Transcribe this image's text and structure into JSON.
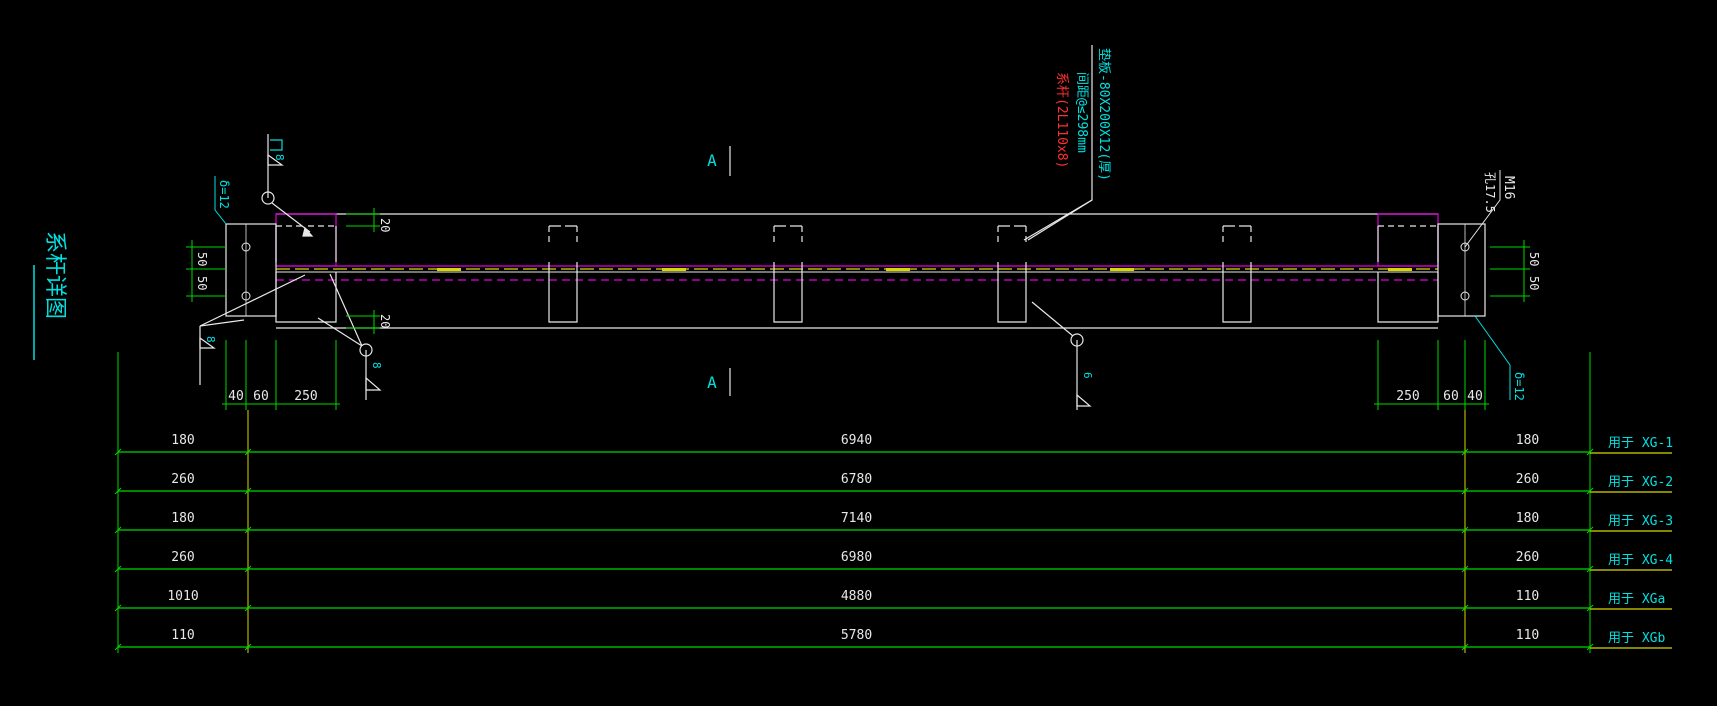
{
  "colors": {
    "background": "#000000",
    "outline": "#e8e8e8",
    "dimension": "#00d800",
    "text": "#e8e8e8",
    "annotation": "#00e0e0",
    "note_red": "#ff3030",
    "member": "#e000e0",
    "yellow_line": "#d8d800"
  },
  "drawing": {
    "title": "系杆详图",
    "section_mark": "A",
    "callout_main": "垫板-80X200X12(厚)",
    "callout_spacing": "间距@≤298mm",
    "callout_red": "系杆(2L110x8)",
    "bolt_label": "M16",
    "hole_label": "孔17.5",
    "thickness_label": "δ=12",
    "weld_label_8": "8",
    "weld_label_6": "6",
    "weld_symbol_label": "8"
  },
  "dims": {
    "top_gap_20": "20",
    "bottom_gap_20": "20",
    "left_edge_50": "50",
    "left_edge_50b": "50",
    "right_edge_50": "50",
    "right_edge_50b": "50",
    "left_40": "40",
    "left_60": "60",
    "left_250": "250",
    "right_250": "250",
    "right_60": "60",
    "right_40": "40"
  },
  "rows": [
    {
      "left": "180",
      "mid": "6940",
      "right": "180",
      "label": "用于 XG-1"
    },
    {
      "left": "260",
      "mid": "6780",
      "right": "260",
      "label": "用于 XG-2"
    },
    {
      "left": "180",
      "mid": "7140",
      "right": "180",
      "label": "用于 XG-3"
    },
    {
      "left": "260",
      "mid": "6980",
      "right": "260",
      "label": "用于 XG-4"
    },
    {
      "left": "1010",
      "mid": "4880",
      "right": "110",
      "label": "用于 XGa"
    },
    {
      "left": "110",
      "mid": "5780",
      "right": "110",
      "label": "用于 XGb"
    }
  ]
}
